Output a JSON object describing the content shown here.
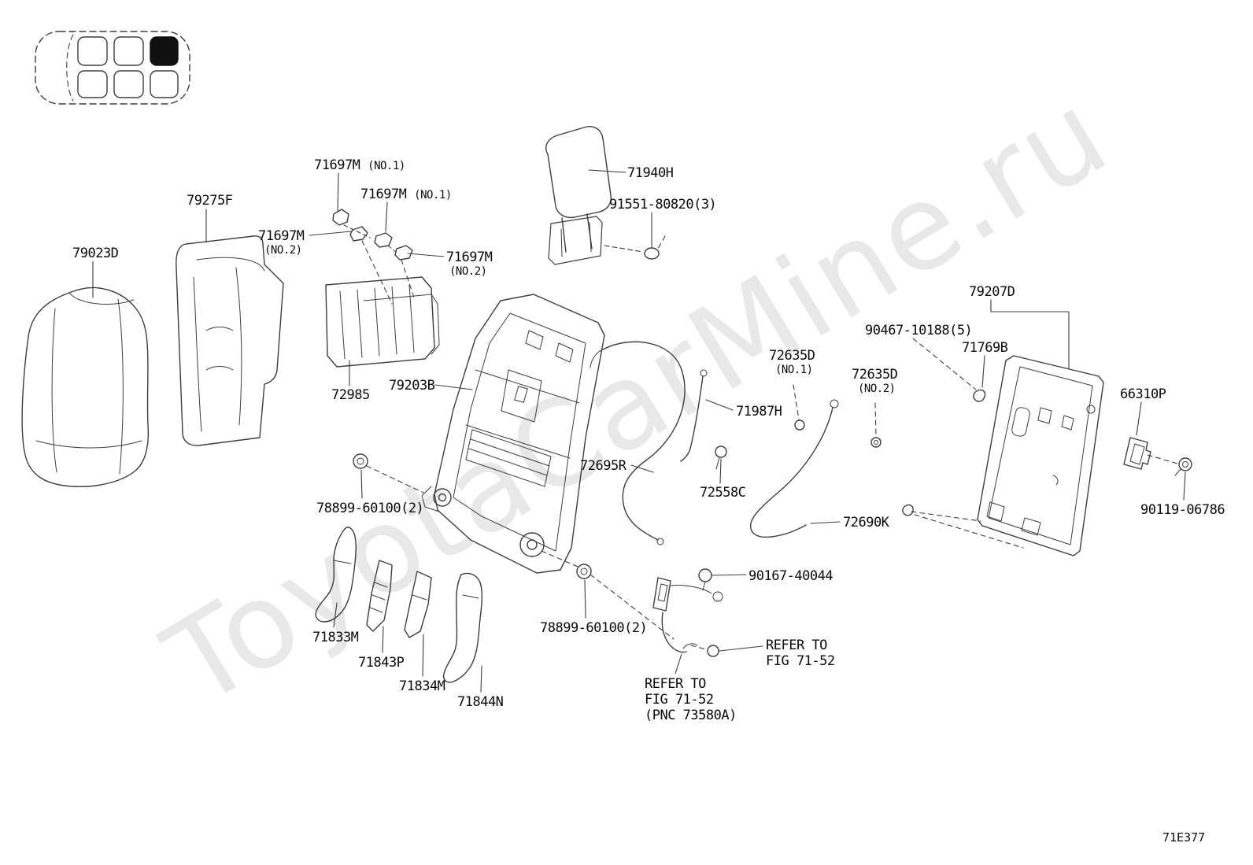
{
  "diagram_code": "71E377",
  "watermark": "ToyotaCarMine.ru",
  "parts": {
    "p79023D": "79023D",
    "p79275F": "79275F",
    "p71697M_1a": "71697M",
    "p71697M_1a_note": "(NO.1)",
    "p71697M_1b": "71697M",
    "p71697M_1b_note": "(NO.1)",
    "p71697M_2a": "71697M",
    "p71697M_2a_note": "(NO.2)",
    "p71697M_2b": "71697M",
    "p71697M_2b_note": "(NO.2)",
    "p71940H": "71940H",
    "p91551": "91551-80820(3)",
    "p79207D": "79207D",
    "p90467": "90467-10188(5)",
    "p71769B": "71769B",
    "p72635D_1": "72635D",
    "p72635D_1_note": "(NO.1)",
    "p72635D_2": "72635D",
    "p72635D_2_note": "(NO.2)",
    "p66310P": "66310P",
    "p72985": "72985",
    "p79203B": "79203B",
    "p71987H": "71987H",
    "p72695R": "72695R",
    "p72558C": "72558C",
    "p72690K": "72690K",
    "p90119": "90119-06786",
    "p78899_left": "78899-60100(2)",
    "p78899_bottom": "78899-60100(2)",
    "p90167": "90167-40044",
    "p71833M": "71833M",
    "p71843P": "71843P",
    "p71834M": "71834M",
    "p71844N": "71844N"
  },
  "notes": {
    "refer_right_1": "REFER TO",
    "refer_right_2": "FIG 71-52",
    "refer_bottom_1": "REFER TO",
    "refer_bottom_2": "FIG 71-52",
    "refer_bottom_3": "(PNC 73580A)"
  }
}
